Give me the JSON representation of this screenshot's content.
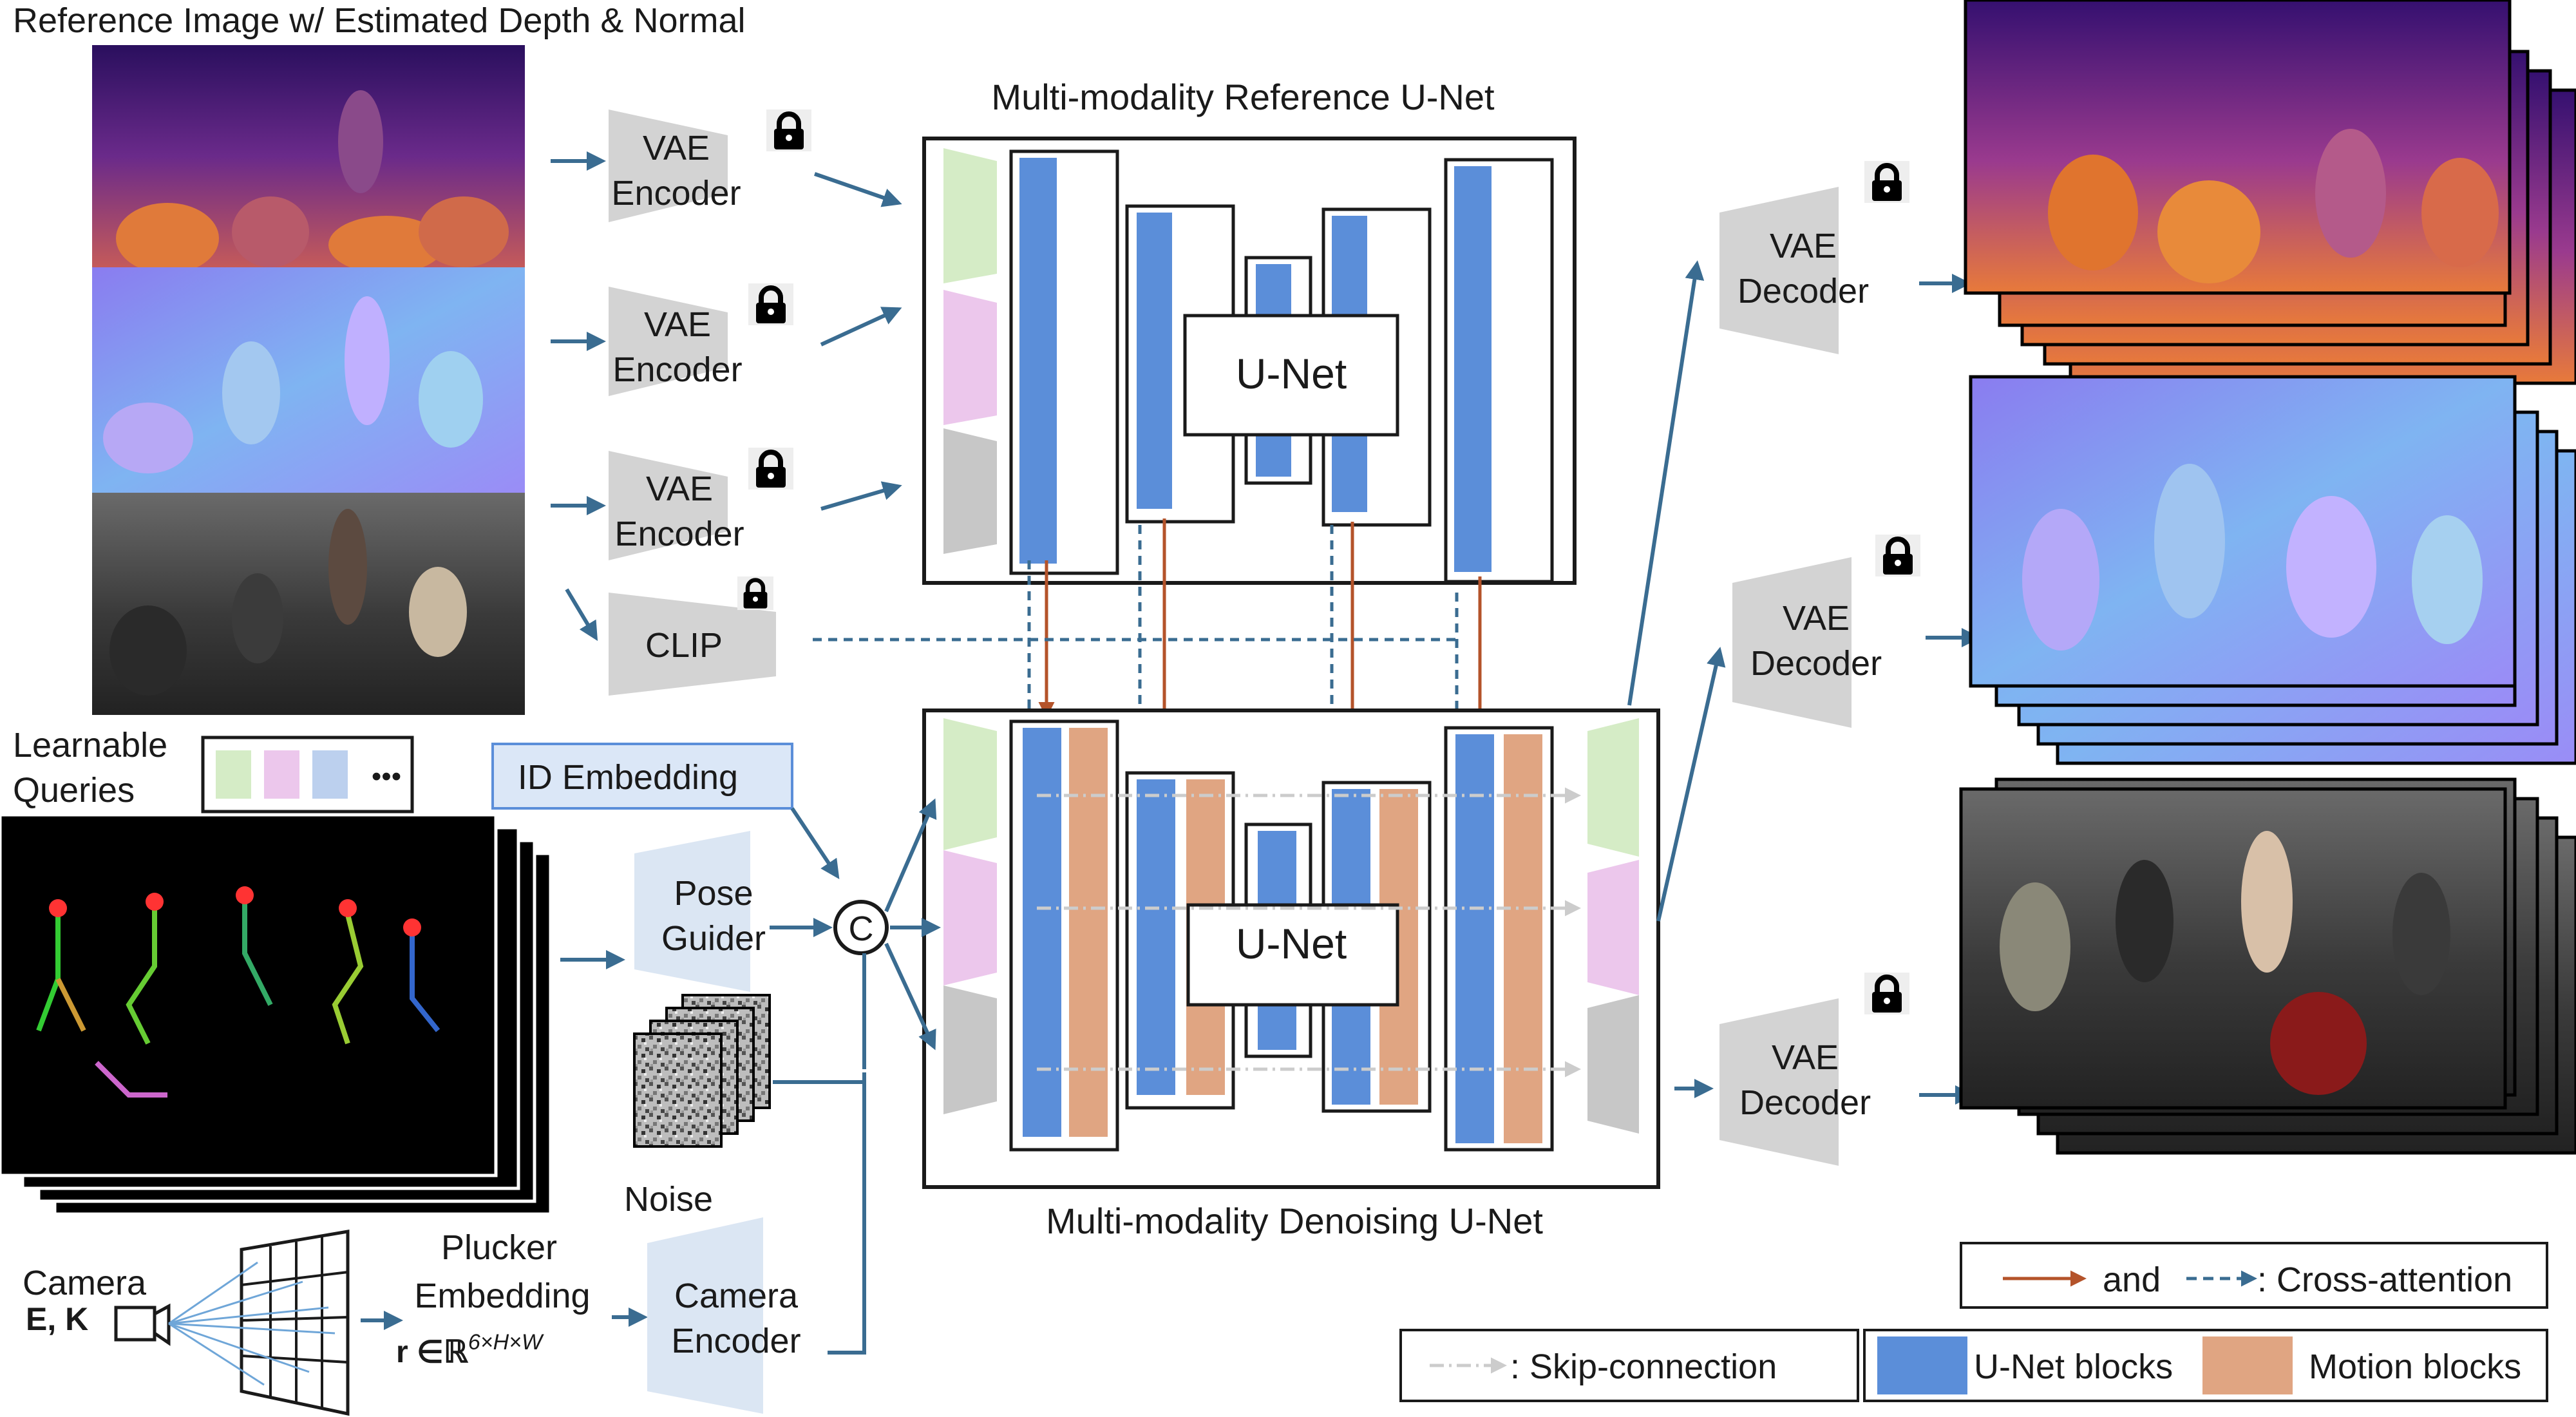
{
  "header": {
    "reference_caption": "Reference Image w/ Estimated Depth & Normal",
    "reference_unet_title": "Multi-modality Reference U-Net",
    "denoising_unet_title": "Multi-modality Denoising U-Net"
  },
  "encoders": {
    "vae_encoder": [
      "VAE",
      "Encoder"
    ],
    "clip": "CLIP",
    "pose_guider": [
      "Pose",
      "Guider"
    ],
    "camera_encoder": [
      "Camera",
      "Encoder"
    ]
  },
  "decoders": {
    "vae_decoder": [
      "VAE",
      "Decoder"
    ]
  },
  "unet": {
    "label": "U-Net",
    "concat_symbol": "C"
  },
  "inputs": {
    "learnable_queries": [
      "Learnable",
      "Queries"
    ],
    "queries_ellipsis": "•••",
    "id_embedding": "ID Embedding",
    "noise": "Noise",
    "camera": "Camera",
    "camera_params": "E, K",
    "plucker": [
      "Plucker",
      "Embedding"
    ],
    "plucker_formula": "r ∈ℝ",
    "plucker_sup": "6×H×W"
  },
  "legend": {
    "and": "and",
    "cross_attention": ": Cross-attention",
    "skip_connection": ": Skip-connection",
    "unet_blocks": "U-Net blocks",
    "motion_blocks": "Motion blocks"
  },
  "colors": {
    "unet_block": "#5b8ed9",
    "motion_block": "#e0a582",
    "arrow": "#3a6c91",
    "cross_attention_arrow": "#b4532a",
    "encoder_fill": "#d3d3d3",
    "pose_camera_fill": "#dbe6f3",
    "id_embedding_fill": "#dbe7f7",
    "modality_green": "#d5ecc6",
    "modality_pink": "#ecc7ec",
    "modality_gray": "#c7c7c7",
    "query_blue": "#bcd0ee"
  },
  "icons": [
    "lock-icon",
    "camera-icon",
    "concat-icon"
  ]
}
